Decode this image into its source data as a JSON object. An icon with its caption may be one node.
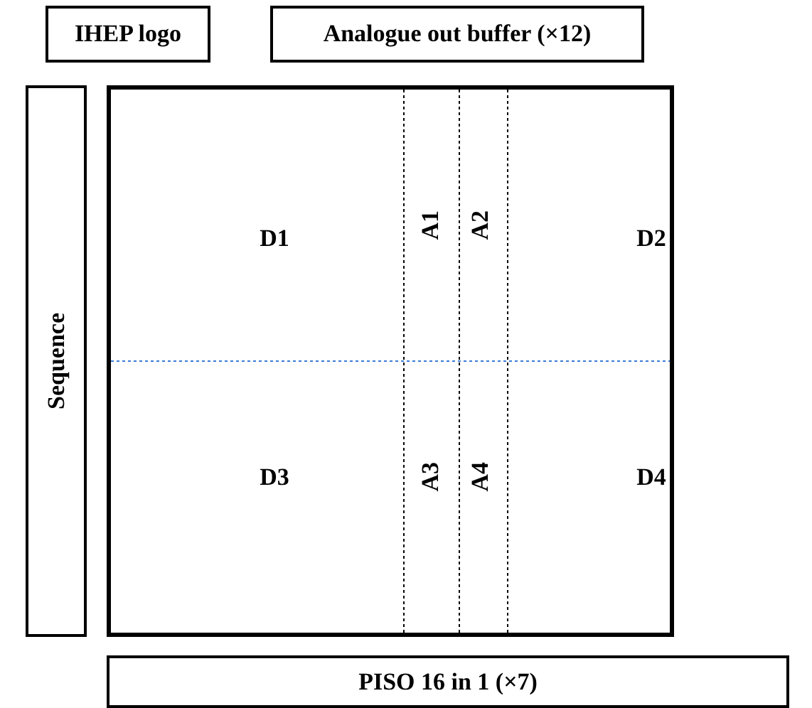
{
  "diagram": {
    "nodes": [
      {
        "text": [
          "IHEP logo"
        ]
      },
      {
        "text": [
          "Analogue out buffer (×12)"
        ]
      },
      {
        "text": [
          "Sequence"
        ]
      },
      {
        "text": [],
        "shape": "box"
      },
      {
        "text": [
          "D1"
        ],
        "in": 3
      },
      {
        "text": [
          "A1"
        ],
        "in": 3
      },
      {
        "text": [
          "A2"
        ],
        "in": 3
      },
      {
        "text": [
          "D2"
        ],
        "in": 3
      },
      {
        "text": [
          "D3"
        ],
        "in": 3
      },
      {
        "text": [
          "A3"
        ],
        "in": 3
      },
      {
        "text": [
          "A4"
        ],
        "in": 3
      },
      {
        "text": [
          "D4"
        ],
        "in": 3
      },
      {
        "text": [
          "PISO 16 in 1 (×7)"
        ]
      }
    ]
  }
}
